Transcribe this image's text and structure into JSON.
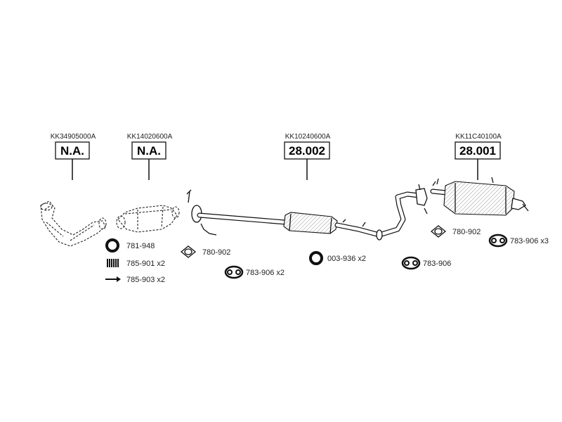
{
  "assemblies": [
    {
      "code": "KK34905000A",
      "box": "N.A."
    },
    {
      "code": "KK14020600A",
      "box": "N.A."
    },
    {
      "code": "KK10240600A",
      "box": "28.002"
    },
    {
      "code": "KK11C40100A",
      "box": "28.001"
    }
  ],
  "parts": [
    {
      "label": "781-948",
      "icon": "ring-gasket-icon"
    },
    {
      "label": "785-901 x2",
      "icon": "spring-icon"
    },
    {
      "label": "785-903 x2",
      "icon": "bolt-icon"
    },
    {
      "label": "780-902",
      "icon": "flange-gasket-icon"
    },
    {
      "label": "783-906 x2",
      "icon": "rubber-hanger-icon"
    },
    {
      "label": "003-936 x2",
      "icon": "ring-gasket-icon"
    },
    {
      "label": "783-906",
      "icon": "rubber-hanger-icon"
    },
    {
      "label": "780-902",
      "icon": "flange-gasket-icon"
    },
    {
      "label": "783-906 x3",
      "icon": "rubber-hanger-icon"
    }
  ]
}
